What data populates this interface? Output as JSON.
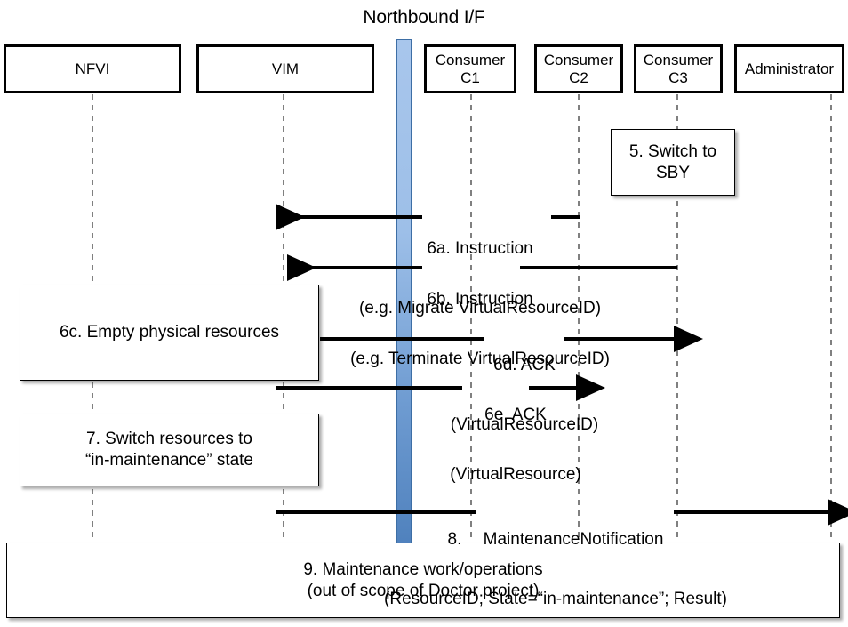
{
  "title": "Northbound I/F",
  "colors": {
    "bar_top": "#a8c6ec",
    "bar_bottom": "#4f81bd",
    "bar_border": "#3d6ea5",
    "line": "#000000",
    "lifeline": "#808080",
    "background": "#ffffff"
  },
  "actors": [
    {
      "id": "nfvi",
      "label": "NFVI"
    },
    {
      "id": "vim",
      "label": "VIM"
    },
    {
      "id": "c1",
      "label": "Consumer\nC1",
      "line1": "Consumer",
      "line2": "C1"
    },
    {
      "id": "c2",
      "label": "Consumer\nC2",
      "line1": "Consumer",
      "line2": "C2"
    },
    {
      "id": "c3",
      "label": "Consumer\nC3",
      "line1": "Consumer",
      "line2": "C3"
    },
    {
      "id": "admin",
      "label": "Administrator"
    }
  ],
  "notes": [
    {
      "id": "n5",
      "line1": "5. Switch to",
      "line2": "SBY"
    },
    {
      "id": "n6c",
      "line1": "6c. Empty physical resources",
      "line2": ""
    },
    {
      "id": "n7",
      "line1": "7. Switch resources to",
      "line2": "“in-maintenance” state"
    },
    {
      "id": "n9",
      "line1": "9. Maintenance work/operations",
      "line2": "(out of scope of Doctor project)"
    }
  ],
  "messages": [
    {
      "id": "m6a",
      "line1": "6a. Instruction",
      "line2": "(e.g. Migrate VirtualResourceID)",
      "from": "c2",
      "to": "nfvi",
      "direction": "left"
    },
    {
      "id": "m6b",
      "line1": "6b. Instruction",
      "line2": "(e.g. Terminate VirtualResourceID)",
      "from": "c3",
      "to": "nfvi",
      "direction": "left"
    },
    {
      "id": "m6d",
      "line1": "6d. ACK",
      "line2": "(VirtualResourceID)",
      "from": "nfvi",
      "to": "c3",
      "direction": "right"
    },
    {
      "id": "m6e",
      "line1": "6e. ACK",
      "line2": "(VirtualResource)",
      "from": "vim",
      "to": "c2",
      "direction": "right"
    },
    {
      "id": "m8",
      "line1": "8.  MaintenanceNotification",
      "line2": "(ResourceID; State=“in-maintenance”; Result)",
      "from": "vim",
      "to": "admin",
      "direction": "right"
    }
  ]
}
